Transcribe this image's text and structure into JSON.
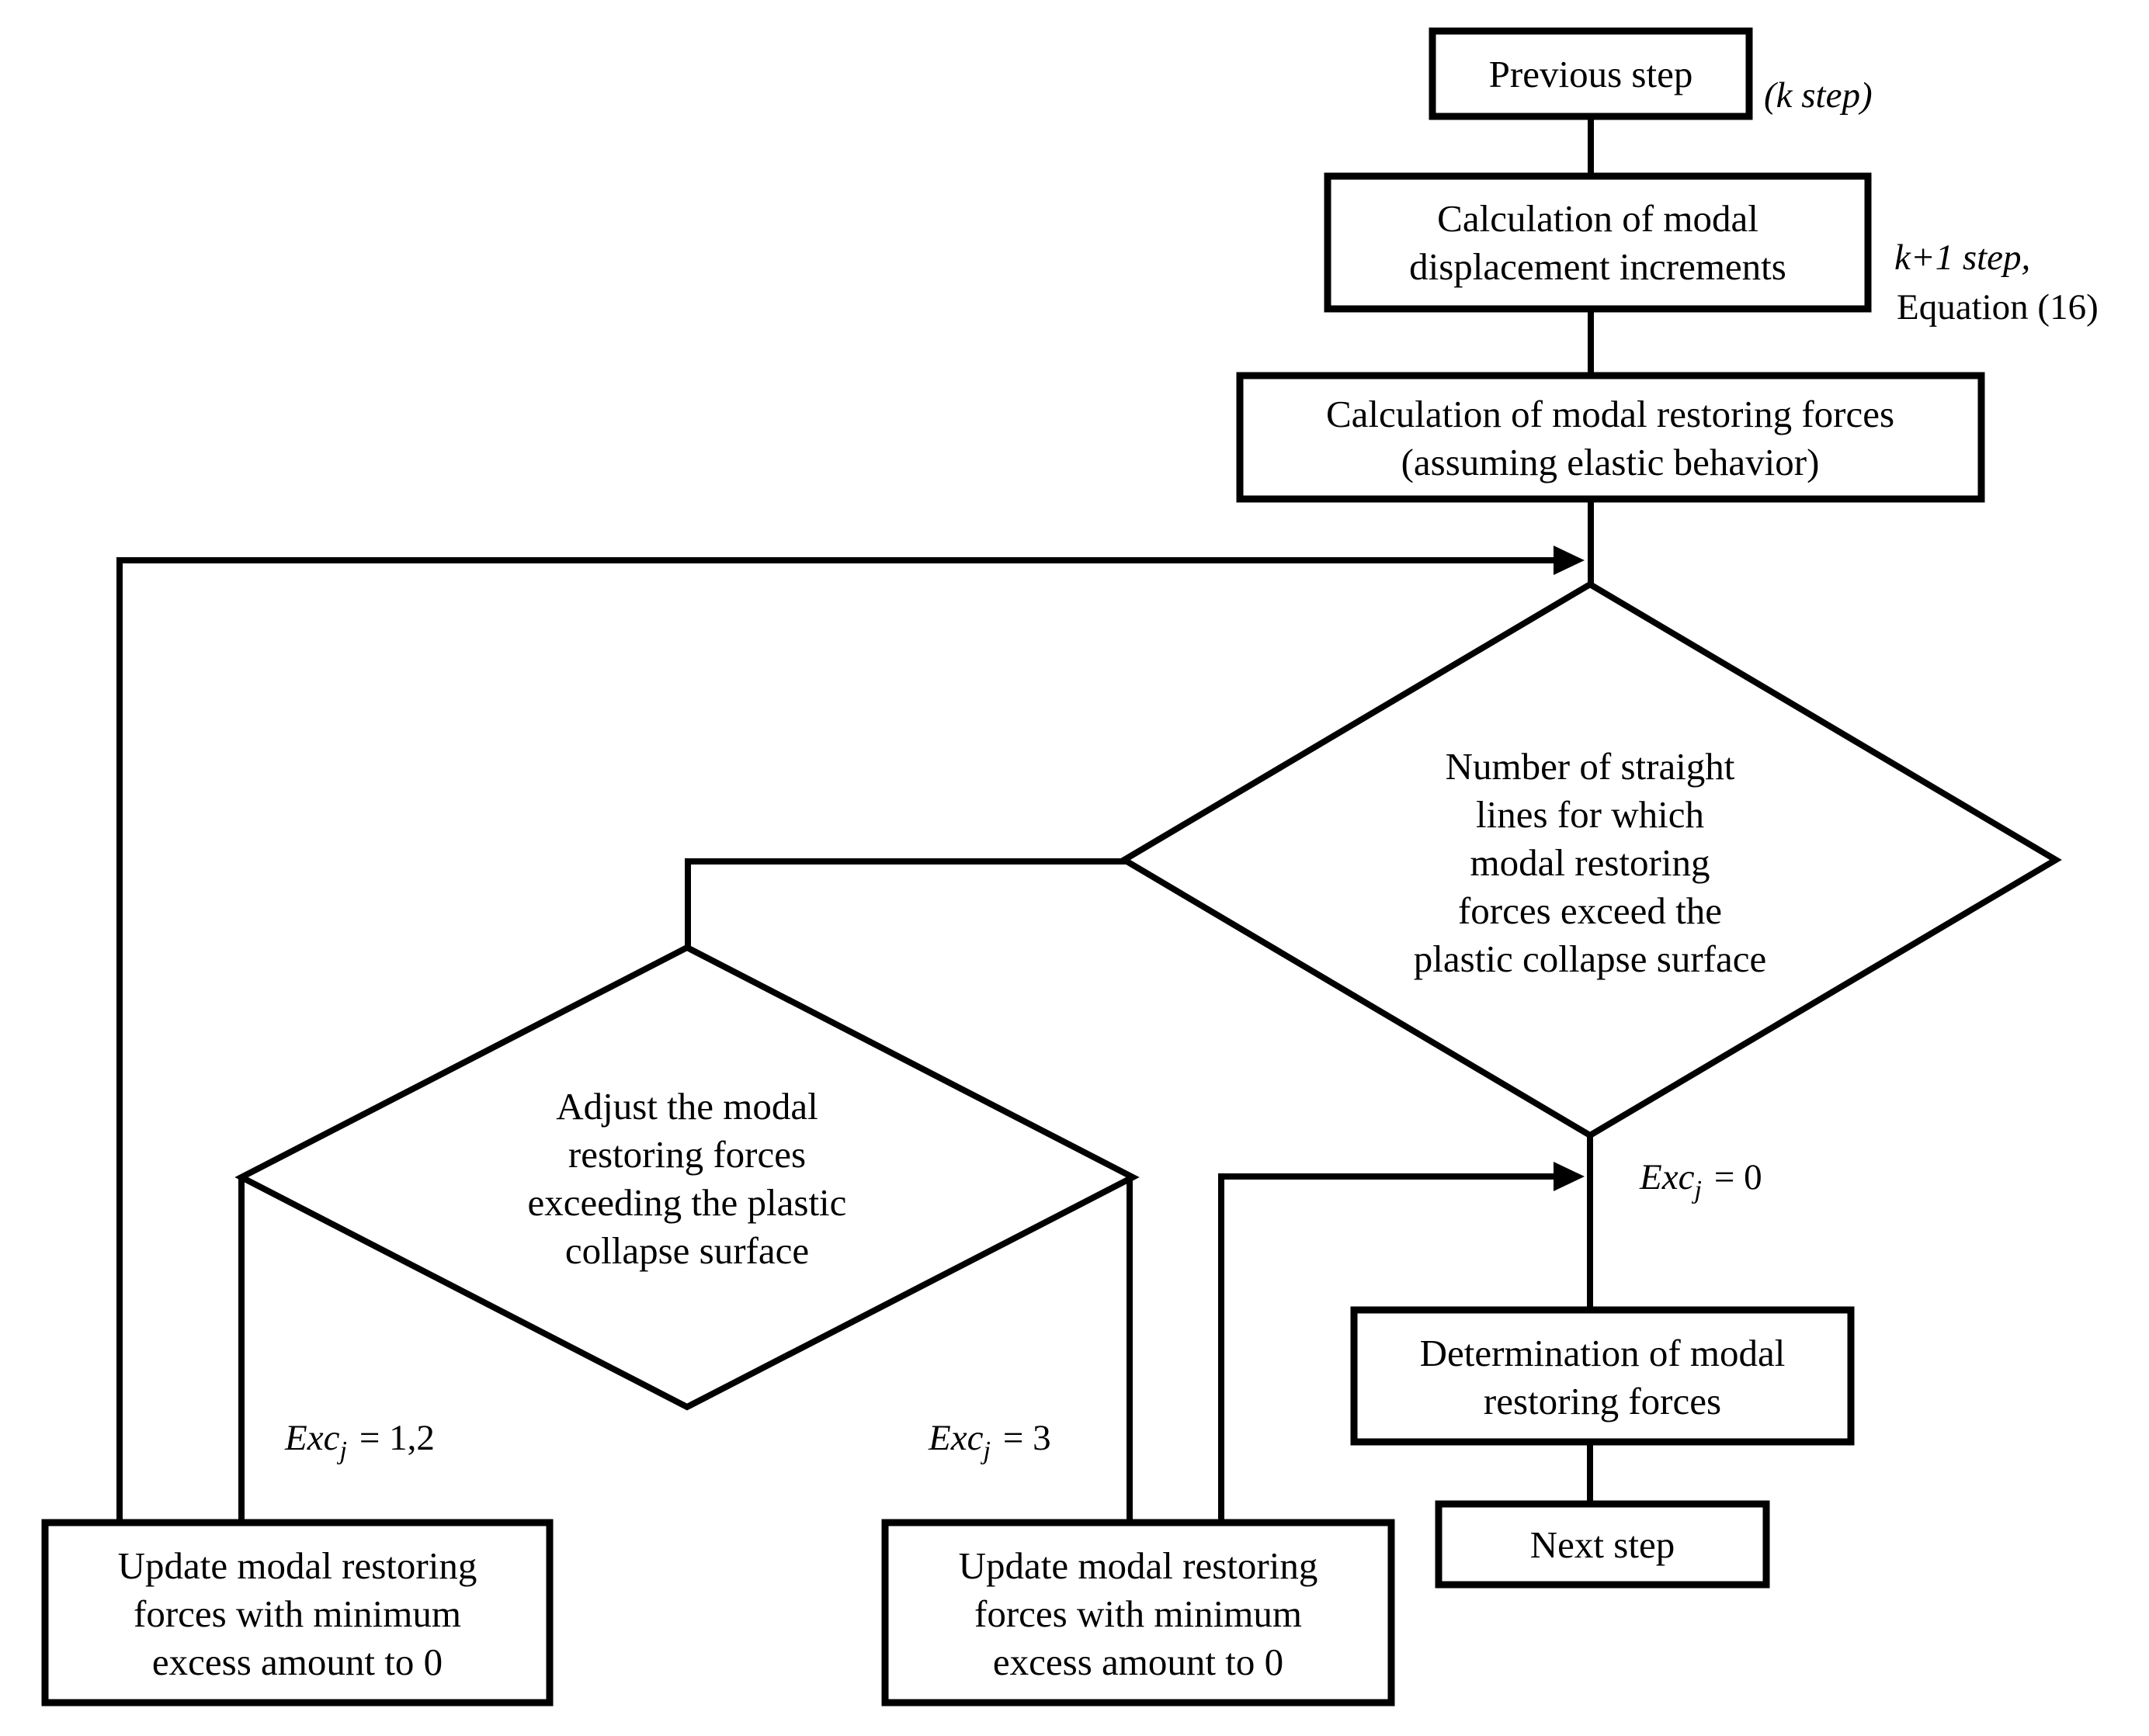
{
  "colors": {
    "background": "#ffffff",
    "ink": "#000000"
  },
  "nodes": {
    "previous_step": {
      "label": "Previous step"
    },
    "calc_displacement": {
      "lines": [
        "Calculation of modal",
        "displacement increments"
      ]
    },
    "calc_restoring": {
      "lines": [
        "Calculation of modal restoring forces",
        "(assuming elastic behavior)"
      ]
    },
    "decision_exceed": {
      "lines": [
        "Number of straight",
        "lines for which",
        "modal restoring",
        "forces exceed the",
        "plastic collapse surface"
      ]
    },
    "decision_adjust": {
      "lines": [
        "Adjust the modal",
        "restoring forces",
        "exceeding the plastic",
        "collapse surface"
      ]
    },
    "determination": {
      "lines": [
        "Determination of modal",
        "restoring forces"
      ]
    },
    "next_step": {
      "label": "Next step"
    },
    "update_left": {
      "lines": [
        "Update modal restoring",
        "forces with minimum",
        "excess amount to 0"
      ]
    },
    "update_middle": {
      "lines": [
        "Update modal restoring",
        "forces with minimum",
        "excess amount to 0"
      ]
    }
  },
  "annotations": {
    "k_step": "(k step)",
    "k_plus_1_step": "k+1 step,",
    "equation": "Equation (16)",
    "exc_zero": {
      "base": "Exc",
      "sub": "j",
      "rest": "= 0"
    },
    "exc_one_two": {
      "base": "Exc",
      "sub": "j",
      "rest": "= 1,2"
    },
    "exc_three": {
      "base": "Exc",
      "sub": "j",
      "rest": "= 3"
    }
  }
}
